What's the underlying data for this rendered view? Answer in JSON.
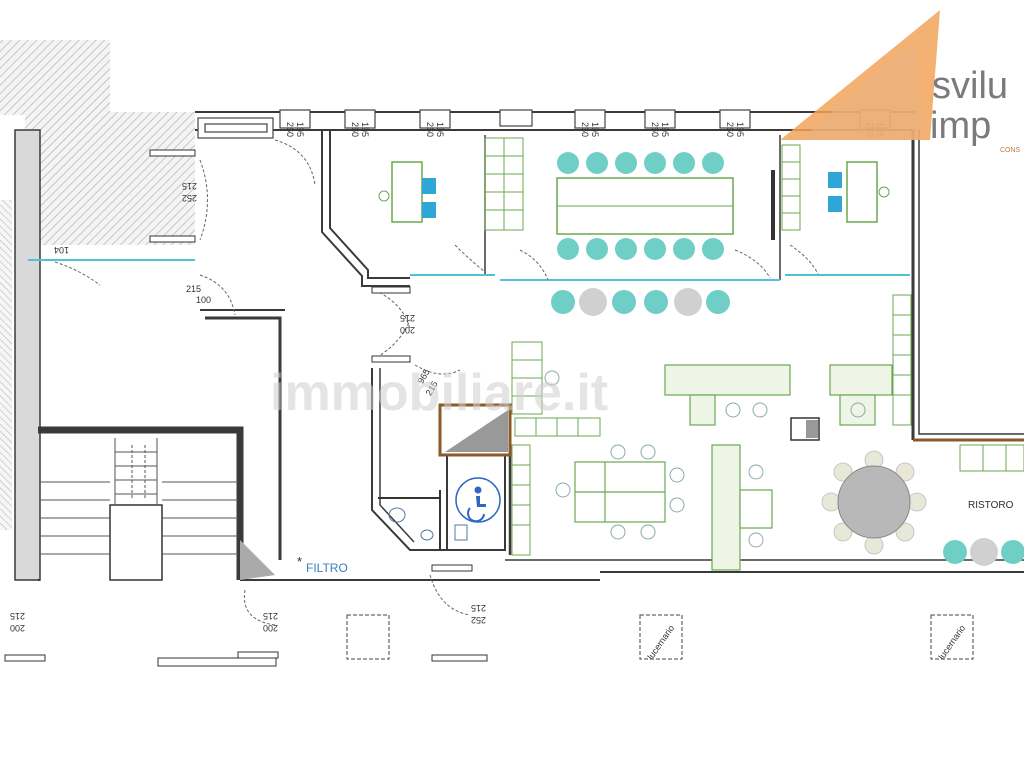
{
  "logo": {
    "word_top": "svilu",
    "word_bottom": "imp",
    "tagline": "CONS"
  },
  "watermark": "immobiliare.it",
  "labels": {
    "filtro": "FILTRO",
    "filtro_mark": "*",
    "ristoro": "RISTORO",
    "lucernario": "lucernario"
  },
  "dimensions": {
    "window_pair": [
      "260",
      "195"
    ],
    "door_252_215": [
      "252",
      "215"
    ],
    "door_215_200": [
      "215",
      "200"
    ],
    "door_215_100": [
      "215",
      "100"
    ],
    "door_104": "104",
    "door_965_215": [
      "965",
      "215"
    ]
  },
  "colors": {
    "wall": "#3a3a3a",
    "glass": "#4ec3d6",
    "chair": "#6fcfc6",
    "chair_grey": "#d0d0d0",
    "desk": "#6aa84f",
    "accessible": "#2f66c4",
    "terrace_hatch": "#9a9a9a",
    "roof_edge": "#8a5a2a"
  },
  "icons": [
    "wheelchair-accessible-icon",
    "sink-icon",
    "toilet-icon"
  ]
}
